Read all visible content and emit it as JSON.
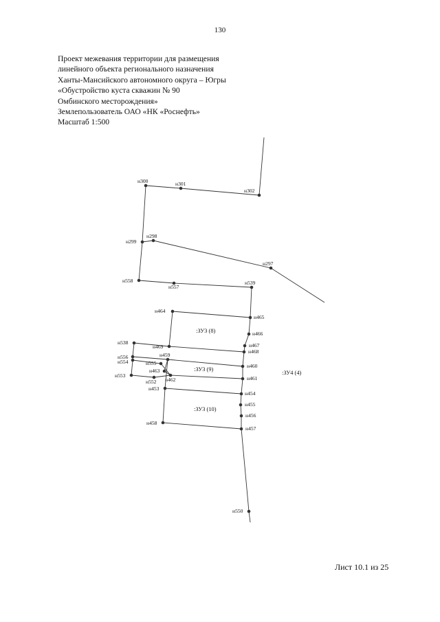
{
  "page_number": "130",
  "title_lines": [
    "Проект межевания территории для размещения",
    "линейного объекта регионального назначения",
    "Ханты-Мансийского автономного округа – Югры",
    "«Обустройство куста скважин № 90",
    "Омбинского месторождения»",
    "Землепользователь ОАО «НК «Роснефть»",
    "Масштаб 1:500"
  ],
  "footer": "Лист 10.1 из 25",
  "zones": [
    {
      "id": "zu3-8",
      "label": ":ЗУ3 (8)"
    },
    {
      "id": "zu3-9",
      "label": ":ЗУ3 (9)"
    },
    {
      "id": "zu3-10",
      "label": ":ЗУ3 (10)"
    },
    {
      "id": "zu4-4",
      "label": ":ЗУ4 (4)"
    }
  ],
  "points": [
    {
      "id": "300",
      "label": "н300"
    },
    {
      "id": "301",
      "label": "н301"
    },
    {
      "id": "302",
      "label": "н302"
    },
    {
      "id": "298",
      "label": "н298"
    },
    {
      "id": "299",
      "label": "н299"
    },
    {
      "id": "297",
      "label": "н297"
    },
    {
      "id": "558",
      "label": "н558"
    },
    {
      "id": "557",
      "label": "н557"
    },
    {
      "id": "539",
      "label": "н539"
    },
    {
      "id": "464",
      "label": "н464"
    },
    {
      "id": "465",
      "label": "н465"
    },
    {
      "id": "466",
      "label": "н466"
    },
    {
      "id": "467",
      "label": "н467"
    },
    {
      "id": "468",
      "label": "н468"
    },
    {
      "id": "469",
      "label": "н469"
    },
    {
      "id": "538",
      "label": "н538"
    },
    {
      "id": "556",
      "label": "н556"
    },
    {
      "id": "554",
      "label": "н554"
    },
    {
      "id": "555",
      "label": "н555"
    },
    {
      "id": "459",
      "label": "н459"
    },
    {
      "id": "460",
      "label": "н460"
    },
    {
      "id": "463",
      "label": "н463"
    },
    {
      "id": "553",
      "label": "н553"
    },
    {
      "id": "552",
      "label": "н552"
    },
    {
      "id": "462",
      "label": "н462"
    },
    {
      "id": "461",
      "label": "н461"
    },
    {
      "id": "453",
      "label": "н453"
    },
    {
      "id": "454",
      "label": "н454"
    },
    {
      "id": "455",
      "label": "н455"
    },
    {
      "id": "456",
      "label": "н456"
    },
    {
      "id": "458",
      "label": "н458"
    },
    {
      "id": "457",
      "label": "н457"
    },
    {
      "id": "550",
      "label": "н550"
    }
  ]
}
